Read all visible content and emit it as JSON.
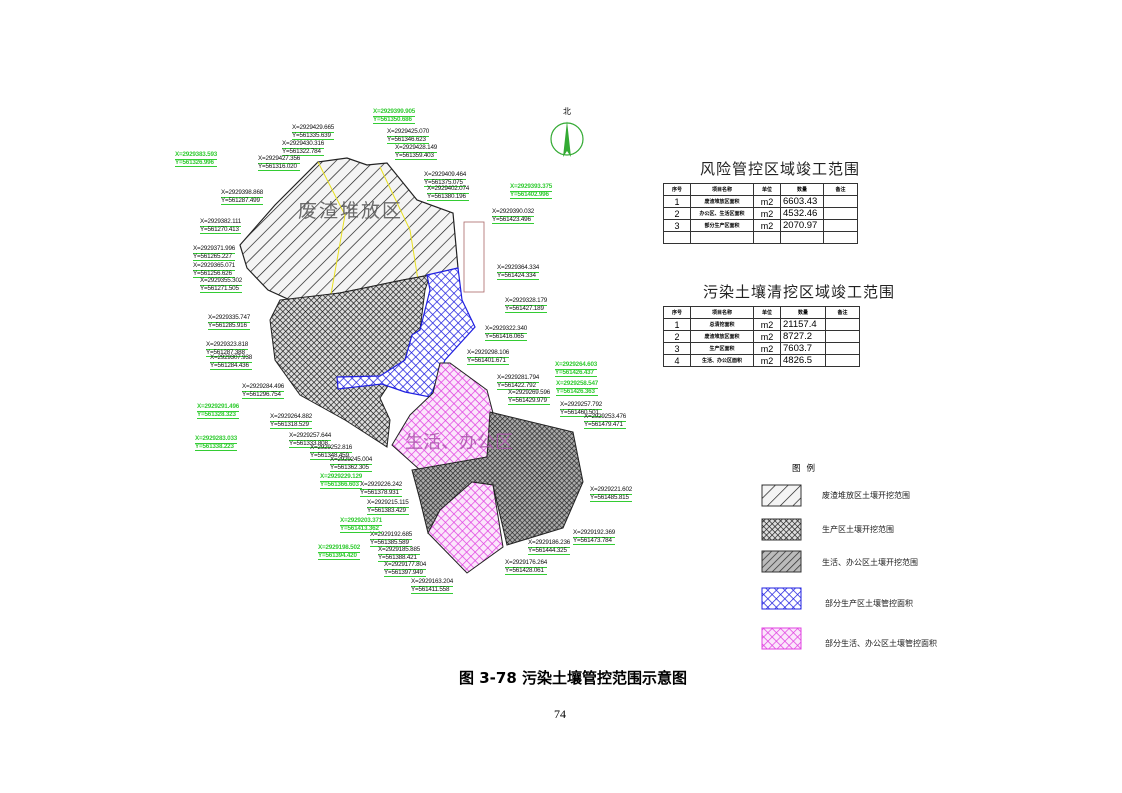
{
  "map": {
    "north_label": "北",
    "area_labels": {
      "waste": "废渣堆放区",
      "office": "生活、办公区"
    },
    "coord_labels": [
      {
        "x": "X=2929429.665",
        "y": "Y=561335.639"
      },
      {
        "x": "X=2929430.316",
        "y": "Y=561322.784"
      },
      {
        "x": "X=2929425.070",
        "y": "Y=561346.623"
      },
      {
        "x": "X=2929428.149",
        "y": "Y=561359.403"
      },
      {
        "x": "X=2929427.356",
        "y": "Y=561316.020"
      },
      {
        "x": "X=2929409.464",
        "y": "Y=561375.075"
      },
      {
        "x": "X=2929402.074",
        "y": "Y=561380.196"
      },
      {
        "x": "X=2929398.868",
        "y": "Y=561287.499"
      },
      {
        "x": "X=2929390.032",
        "y": "Y=561423.496"
      },
      {
        "x": "X=2929382.111",
        "y": "Y=561270.413"
      },
      {
        "x": "X=2929371.996",
        "y": "Y=561265.227"
      },
      {
        "x": "X=2929365.071",
        "y": "Y=561256.626"
      },
      {
        "x": "X=2929355.302",
        "y": "Y=561271.505"
      },
      {
        "x": "X=2929364.334",
        "y": "Y=561424.334"
      },
      {
        "x": "X=2929335.747",
        "y": "Y=561285.916"
      },
      {
        "x": "X=2929328.179",
        "y": "Y=561427.189"
      },
      {
        "x": "X=2929322.340",
        "y": "Y=561416.065"
      },
      {
        "x": "X=2929323.818",
        "y": "Y=561287.388"
      },
      {
        "x": "X=2929307.938",
        "y": "Y=561284.436"
      },
      {
        "x": "X=2929298.106",
        "y": "Y=561401.671"
      },
      {
        "x": "X=2929284.496",
        "y": "Y=561296.754"
      },
      {
        "x": "X=2929281.794",
        "y": "Y=561422.792"
      },
      {
        "x": "X=2929269.596",
        "y": "Y=561429.979"
      },
      {
        "x": "X=2929264.882",
        "y": "Y=561318.529"
      },
      {
        "x": "X=2929257.792",
        "y": "Y=561460.501"
      },
      {
        "x": "X=2929253.476",
        "y": "Y=561479.471"
      },
      {
        "x": "X=2929257.644",
        "y": "Y=561333.808"
      },
      {
        "x": "X=2929252.816",
        "y": "Y=561348.459"
      },
      {
        "x": "X=2929245.004",
        "y": "Y=561362.305"
      },
      {
        "x": "X=2929226.242",
        "y": "Y=561378.931"
      },
      {
        "x": "X=2929221.602",
        "y": "Y=561485.815"
      },
      {
        "x": "X=2929215.115",
        "y": "Y=561383.429"
      },
      {
        "x": "X=2929192.369",
        "y": "Y=561473.784"
      },
      {
        "x": "X=2929192.685",
        "y": "Y=561385.589"
      },
      {
        "x": "X=2929186.236",
        "y": "Y=561444.325"
      },
      {
        "x": "X=2929185.885",
        "y": "Y=561388.421"
      },
      {
        "x": "X=2929177.804",
        "y": "Y=561397.949"
      },
      {
        "x": "X=2929176.264",
        "y": "Y=561428.061"
      },
      {
        "x": "X=2929163.204",
        "y": "Y=561411.558"
      }
    ],
    "green_labels": [
      {
        "x": "X=2929383.593",
        "y": "Y=561326.996"
      },
      {
        "x": "X=2929399.905",
        "y": "Y=561350.686"
      },
      {
        "x": "X=2929393.375",
        "y": "Y=561402.996"
      },
      {
        "x": "X=2929264.603",
        "y": "Y=561426.437"
      },
      {
        "x": "X=2929258.547",
        "y": "Y=561426.363"
      },
      {
        "x": "X=2929291.496",
        "y": "Y=561328.323"
      },
      {
        "x": "X=2929283.033",
        "y": "Y=561338.223"
      },
      {
        "x": "X=2929229.129",
        "y": "Y=561366.603"
      },
      {
        "x": "X=2929203.371",
        "y": "Y=561413.362"
      },
      {
        "x": "X=2929198.502",
        "y": "Y=561394.420"
      }
    ]
  },
  "table1": {
    "title": "风险管控区域竣工范围",
    "headers": [
      "序号",
      "项目名称",
      "单位",
      "数量",
      "备注"
    ],
    "rows": [
      {
        "no": "1",
        "name": "废渣堆放区面积",
        "unit": "m2",
        "qty": "6603.43"
      },
      {
        "no": "2",
        "name": "办公区、生活区面积",
        "unit": "m2",
        "qty": "4532.46"
      },
      {
        "no": "3",
        "name": "部分生产区面积",
        "unit": "m2",
        "qty": "2070.97"
      }
    ]
  },
  "table2": {
    "title": "污染土壤清挖区域竣工范围",
    "headers": [
      "序号",
      "项目名称",
      "单位",
      "数量",
      "备注"
    ],
    "rows": [
      {
        "no": "1",
        "name": "总清挖面积",
        "unit": "m2",
        "qty": "21157.4"
      },
      {
        "no": "2",
        "name": "废渣堆放区面积",
        "unit": "m2",
        "qty": "8727.2"
      },
      {
        "no": "3",
        "name": "生产区面积",
        "unit": "m2",
        "qty": "7603.7"
      },
      {
        "no": "4",
        "name": "生活、办公区面积",
        "unit": "m2",
        "qty": "4826.5"
      }
    ]
  },
  "legend": {
    "title": "图例",
    "items": [
      {
        "label": "废渣堆放区土壤开挖范围",
        "pattern": "hatch-light"
      },
      {
        "label": "生产区土壤开挖范围",
        "pattern": "cross-black"
      },
      {
        "label": "生活、办公区土壤开挖范围",
        "pattern": "hatch-dark"
      },
      {
        "label": "部分生产区土壤管控面积",
        "pattern": "cross-blue"
      },
      {
        "label": "部分生活、办公区土壤管控面积",
        "pattern": "cross-pink"
      }
    ]
  },
  "colors": {
    "blue": "#2020e0",
    "pink": "#e040e0",
    "green": "#33cc33",
    "yellow": "#e8e020"
  },
  "caption": "图 3-78 污染土壤管控范围示意图",
  "page_number": "74"
}
